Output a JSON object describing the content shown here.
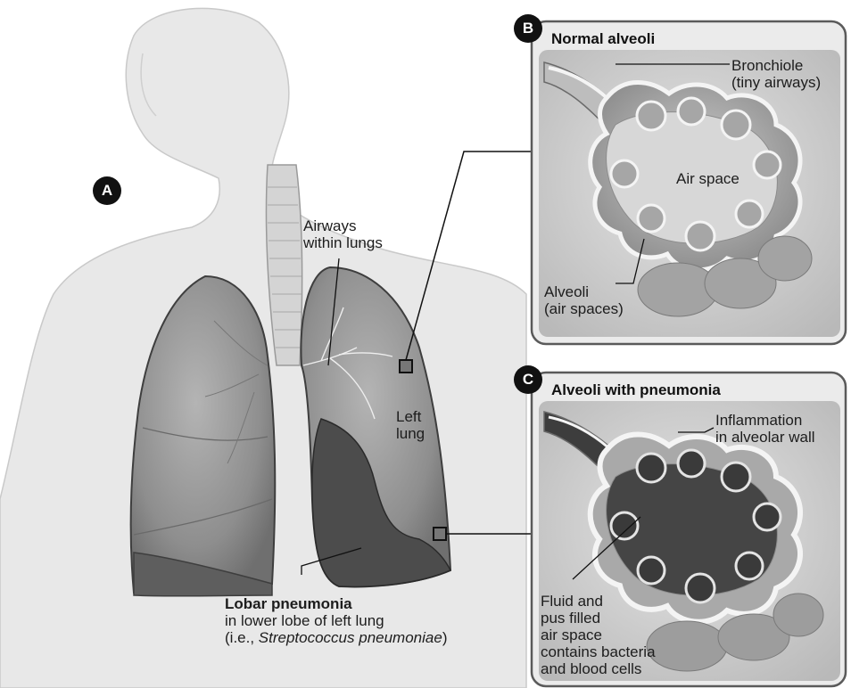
{
  "badges": {
    "a": "A",
    "b": "B",
    "c": "C"
  },
  "panel_b": {
    "title": "Normal alveoli",
    "bronchiole_line1": "Bronchiole",
    "bronchiole_line2": "(tiny airways)",
    "air_space": "Air space",
    "alveoli_line1": "Alveoli",
    "alveoli_line2": "(air spaces)"
  },
  "panel_c": {
    "title": "Alveoli with pneumonia",
    "inflammation_line1": "Inflammation",
    "inflammation_line2": "in alveolar wall",
    "fluid_line1": "Fluid and",
    "fluid_line2": "pus filled",
    "fluid_line3": "air space",
    "fluid_line4": "contains bacteria",
    "fluid_line5": "and blood cells"
  },
  "body_figure": {
    "airways_line1": "Airways",
    "airways_line2": "within lungs",
    "left_lung_line1": "Left",
    "left_lung_line2": "lung",
    "lobar_title": "Lobar pneumonia",
    "lobar_line2": "in lower lobe of left lung",
    "lobar_line3_prefix": "(i.e., ",
    "lobar_line3_italic": "Streptococcus pneumoniae",
    "lobar_line3_suffix": ")"
  },
  "colors": {
    "panel_border": "#5a5a5a",
    "panel_fill": "#d9d9d9",
    "lung_fill": "#8c8c8c",
    "infected_fill": "#4a4a4a",
    "skin": "#e6e6e6"
  }
}
